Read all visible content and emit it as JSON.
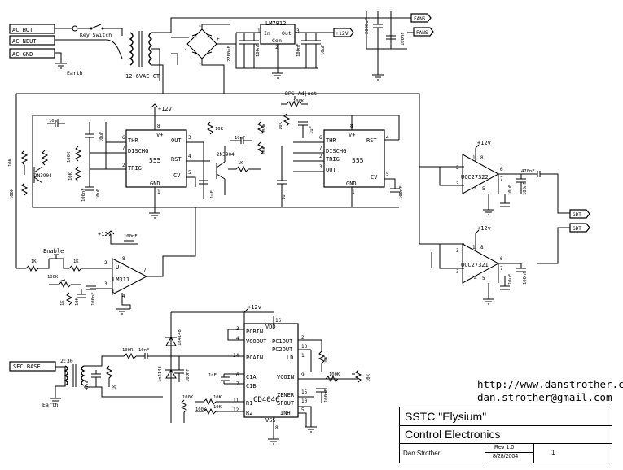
{
  "inputs": {
    "ac_hot": "AC HOT",
    "ac_neut": "AC NEUT",
    "ac_gnd": "AC GND",
    "sec_base": "SEC BASE"
  },
  "labels": {
    "earth": "Earth",
    "earth2": "Earth",
    "key_switch": "Key Switch",
    "transformer": "12.6VAC CT",
    "regulator": "LM7812",
    "reg_in": "In",
    "reg_out": "Out",
    "reg_com": "Com",
    "reg_pin1": "1",
    "reg_pin2": "2",
    "reg_pin3": "3",
    "fans1": "FANS",
    "fans2": "FANS",
    "plus12": "+12v",
    "plus12_b": "+12V",
    "bps_adjust": "BPS Adjust",
    "enable": "Enable",
    "gdt1": "GDT",
    "gdt2": "GDT",
    "ratio": "2:30",
    "cap_2200": "2200uF",
    "cap_100nf": "100nF",
    "cap_10uf": "10uF",
    "cap_2000": "2000uF",
    "cap_470": "470nF",
    "cap_10nf": "10nF",
    "cap_1nf": "1nF",
    "cap_47": "47nF",
    "cap_1uf": "1uF",
    "res_1k": "1K",
    "res_10k": "10K",
    "res_100k": "100K",
    "res_100": "100R",
    "diode_1": "1n4148",
    "diode_2": "1n4148",
    "transistor_1": "2N3904",
    "transistor_2": "2N3904"
  },
  "timer1": {
    "name": "555",
    "thr": "THR",
    "disch": "DISCHG",
    "trig": "TRIG",
    "out": "OUT",
    "rst": "RST",
    "cv": "CV",
    "gnd": "GND",
    "vplus": "V+",
    "p8": "8",
    "p6": "6",
    "p7": "7",
    "p2": "2",
    "p3": "3",
    "p4": "4",
    "p5": "5",
    "p1": "1"
  },
  "timer2": {
    "name": "555",
    "thr": "THR",
    "disch": "DISCHG",
    "trig": "TRIG",
    "out": "OUT",
    "rst": "RST",
    "cv": "CV",
    "gnd": "GND",
    "vplus": "V+",
    "p8": "8",
    "p6": "6",
    "p7": "7",
    "p2": "2",
    "p3": "3",
    "p4": "4",
    "p5": "5",
    "p1": "1"
  },
  "comparator": {
    "name": "LM311",
    "u": "U",
    "p2": "2",
    "p3": "3",
    "p7": "7",
    "p8": "8",
    "p1": "1",
    "p4": "4"
  },
  "driver1": {
    "name": "UCC27322",
    "p1": "1",
    "p8": "8",
    "p2": "2",
    "p3": "3",
    "p4": "4",
    "p5": "5",
    "p6": "6",
    "p7": "7"
  },
  "driver2": {
    "name": "UCC27321",
    "p1": "1",
    "p8": "8",
    "p2": "2",
    "p3": "3",
    "p4": "4",
    "p5": "5",
    "p6": "6",
    "p7": "7"
  },
  "pll": {
    "name": "CD4046",
    "vdd": "VDD",
    "vss": "VSS",
    "pcbin": "PCBIN",
    "vcoout": "VCOOUT",
    "pcain": "PCAIN",
    "c1a": "C1A",
    "c1b": "C1B",
    "r1": "R1",
    "r2": "R2",
    "pc1out": "PC1OUT",
    "pc2out": "PC2OUT",
    "ld": "LD",
    "vcoin": "VCOIN",
    "zener": "ZENER",
    "sfout": "SFOUT",
    "inh": "INH",
    "p16": "16",
    "p3": "3",
    "p4": "4",
    "p14": "14",
    "p6": "6",
    "p7": "7",
    "p11": "11",
    "p12": "12",
    "p2": "2",
    "p13": "13",
    "p1": "1",
    "p9": "9",
    "p15": "15",
    "p10": "10",
    "p5": "5",
    "p8": "8"
  },
  "contact": {
    "url": "http://www.danstrother.com",
    "email": "dan.strother@gmail.com"
  },
  "title_block": {
    "project": "SSTC \"Elysium\"",
    "sheet_title": "Control Electronics",
    "author": "Dan Strother",
    "revision": "Rev 1.0",
    "date": "8/28/2004",
    "sheet": "1"
  }
}
